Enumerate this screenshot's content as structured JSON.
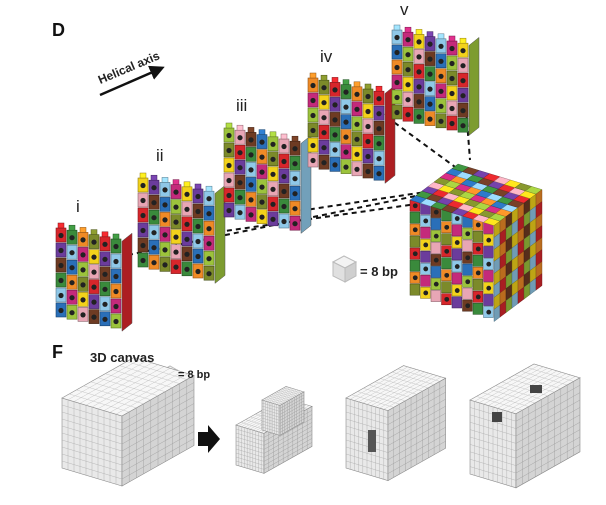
{
  "panel_d": {
    "label": "D",
    "axis_label": "Helical axis",
    "layers": [
      "i",
      "ii",
      "iii",
      "iv",
      "v"
    ],
    "scale_note": "= 8 bp"
  },
  "panel_f": {
    "label": "F",
    "canvas_title": "3D canvas",
    "scale_note": "= 8 bp"
  },
  "colors": {
    "red": "#d7262b",
    "blue": "#2a6fb8",
    "yellow": "#f2d21b",
    "green": "#3a8a3c",
    "lime": "#9cc33c",
    "purple": "#6b3c9c",
    "orange": "#ef8a26",
    "pink": "#e8a6b5",
    "sky": "#8fc8e8",
    "olive": "#7c8a2a",
    "brown": "#6e3b23",
    "magenta": "#c42a7b",
    "grey": "#d9d9d9"
  }
}
